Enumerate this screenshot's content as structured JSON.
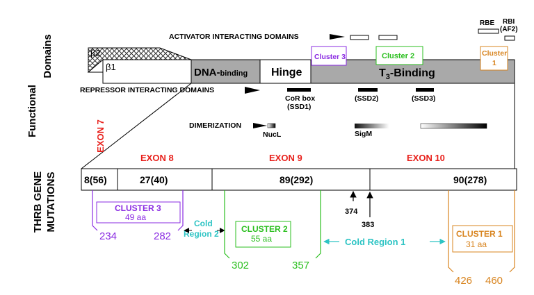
{
  "colors": {
    "exon": "#e8211c",
    "cluster3": "#8a2be2",
    "cluster2": "#2bbf1f",
    "cluster1": "#d8841f",
    "cold": "#2ec4c4",
    "domain_fill": "#a9a9a9"
  },
  "left_labels": {
    "functional_line1": "Functional",
    "functional_line2": "Domains",
    "thrb_line1": "THRB GENE",
    "thrb_line2": "MUTATIONS"
  },
  "top": {
    "activator": "ACTIVATOR INTERACTING DOMAINS",
    "repressor": "REPRESSOR INTERACTING DOMAINS",
    "rbe": "RBE",
    "rbi_line1": "RBI",
    "rbi_line2": "(AF2)"
  },
  "domains": {
    "beta2": "β2",
    "beta1": "β1",
    "dna": "DNA-",
    "dna_small": "binding",
    "hinge": "Hinge",
    "t3_pre": "T",
    "t3_sub": "3",
    "t3_post": "-Binding",
    "cluster3": "Cluster 3",
    "cluster2": "Cluster 2",
    "cluster1_line1": "Cluster",
    "cluster1_line2": "1"
  },
  "ssd": {
    "corbox_line1": "CoR box",
    "corbox_line2": "(SSD1)",
    "ssd2": "(SSD2)",
    "ssd3": "(SSD3)"
  },
  "dimerization": {
    "label": "DIMERIZATION",
    "nucl": "NucL",
    "sigm": "SigM"
  },
  "exons": {
    "exon7": "EXON 7",
    "exon8": "EXON 8",
    "exon9": "EXON 9",
    "exon10": "EXON 10"
  },
  "gene_bar": {
    "seg1": "8(56)",
    "seg2": "27(40)",
    "seg3": "89(292)",
    "seg4": "90(278)"
  },
  "positions": {
    "p374": "374",
    "p383": "383"
  },
  "clusters": {
    "c3_title": "CLUSTER 3",
    "c3_aa": "49 aa",
    "c3_start": "234",
    "c3_end": "282",
    "c2_title": "CLUSTER 2",
    "c2_aa": "55 aa",
    "c2_start": "302",
    "c2_end": "357",
    "c1_title": "CLUSTER 1",
    "c1_aa": "31 aa",
    "c1_start": "426",
    "c1_end": "460"
  },
  "cold": {
    "r2_line1": "Cold",
    "r2_line2": "Region 2",
    "r1": "Cold Region 1"
  }
}
